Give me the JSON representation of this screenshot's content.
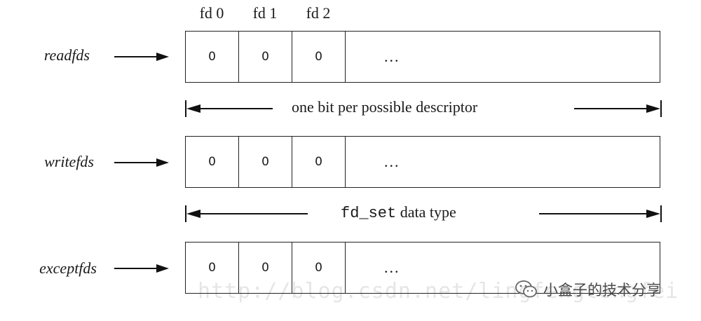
{
  "headers": [
    "fd 0",
    "fd 1",
    "fd 2"
  ],
  "rows": [
    {
      "label": "readfds",
      "cells": [
        "0",
        "0",
        "0"
      ],
      "ellipsis": "..."
    },
    {
      "label": "writefds",
      "cells": [
        "0",
        "0",
        "0"
      ],
      "ellipsis": "..."
    },
    {
      "label": "exceptfds",
      "cells": [
        "0",
        "0",
        "0"
      ],
      "ellipsis": "..."
    }
  ],
  "span1": {
    "text": "one bit per possible descriptor"
  },
  "span2": {
    "code": "fd_set",
    "text": "data type"
  },
  "watermark": "http://blog.csdn.net/lingfengtengfei",
  "brand": {
    "text": "小盒子的技术分享",
    "icon": "wechat-icon"
  }
}
